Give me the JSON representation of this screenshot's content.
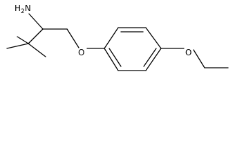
{
  "structure": {
    "atom_labels": {
      "amine": "H2N",
      "ether_oxygen_aryl": "O",
      "ether_oxygen_ethyl": "O"
    },
    "colors": {
      "bond": "#000000",
      "text": "#000000",
      "background": "#ffffff"
    }
  }
}
